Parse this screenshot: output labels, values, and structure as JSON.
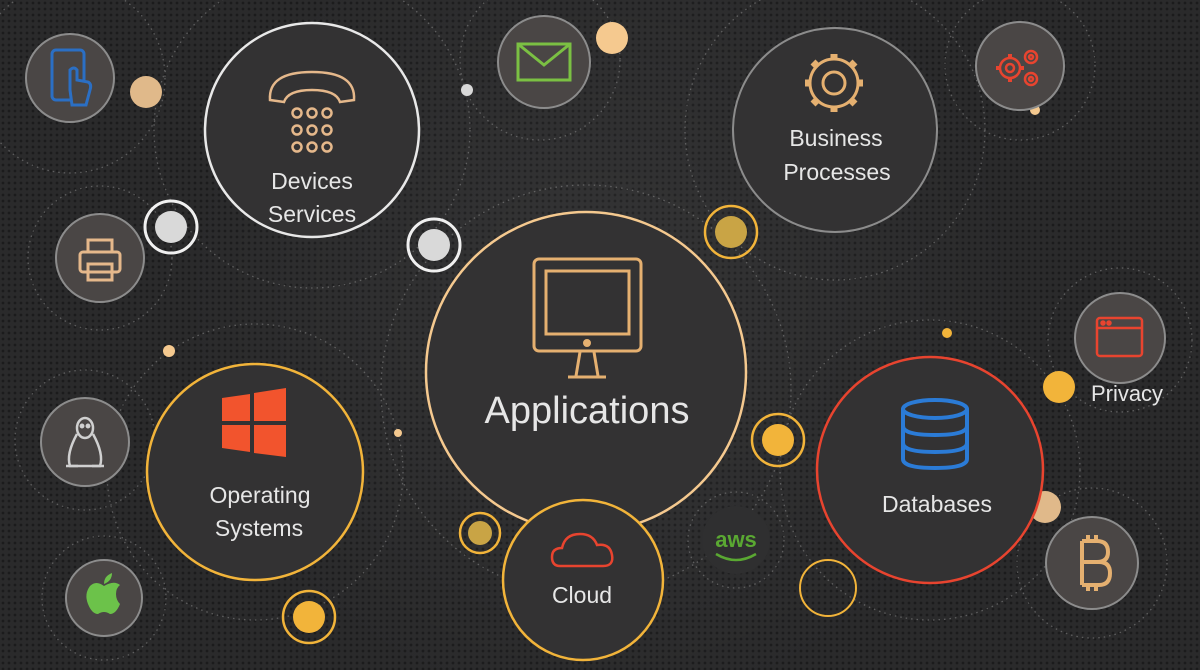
{
  "nodes": {
    "applications": {
      "label": "Applications",
      "icon": "monitor-icon"
    },
    "devices_services": {
      "line1": "Devices",
      "line2": "Services",
      "icon": "telephone-icon"
    },
    "business_processes": {
      "line1": "Business",
      "line2": "Processes",
      "icon": "gear-icon"
    },
    "operating_systems": {
      "line1": "Operating",
      "line2": "Systems",
      "icon": "windows-logo-icon"
    },
    "cloud": {
      "label": "Cloud",
      "icon": "cloud-icon"
    },
    "databases": {
      "label": "Databases",
      "icon": "database-icon"
    },
    "privacy": {
      "label": "Privacy",
      "icon": "browser-window-icon"
    }
  },
  "satellites": [
    {
      "name": "tablet-touch-icon"
    },
    {
      "name": "envelope-icon"
    },
    {
      "name": "gears-icon"
    },
    {
      "name": "printer-icon"
    },
    {
      "name": "linux-penguin-icon"
    },
    {
      "name": "apple-logo-icon"
    },
    {
      "name": "aws-logo-icon",
      "text": "aws"
    },
    {
      "name": "bitcoin-icon"
    }
  ],
  "colors": {
    "background": "#2a2a2b",
    "node_fill": "#333233",
    "white_ring": "#e8e8e8",
    "gold": "#f2b43a",
    "tan": "#e0b98a",
    "olive": "#c9a445",
    "red_ring": "#e8442f",
    "orange_icon": "#e85c35",
    "windows_orange": "#f2542d",
    "database_blue": "#2b7bd6",
    "mail_green": "#7bc043",
    "aws_green": "#5aa832",
    "apple_green": "#6cc24a",
    "tablet_blue": "#2b6fc4",
    "icon_tan": "#e5b88b"
  }
}
